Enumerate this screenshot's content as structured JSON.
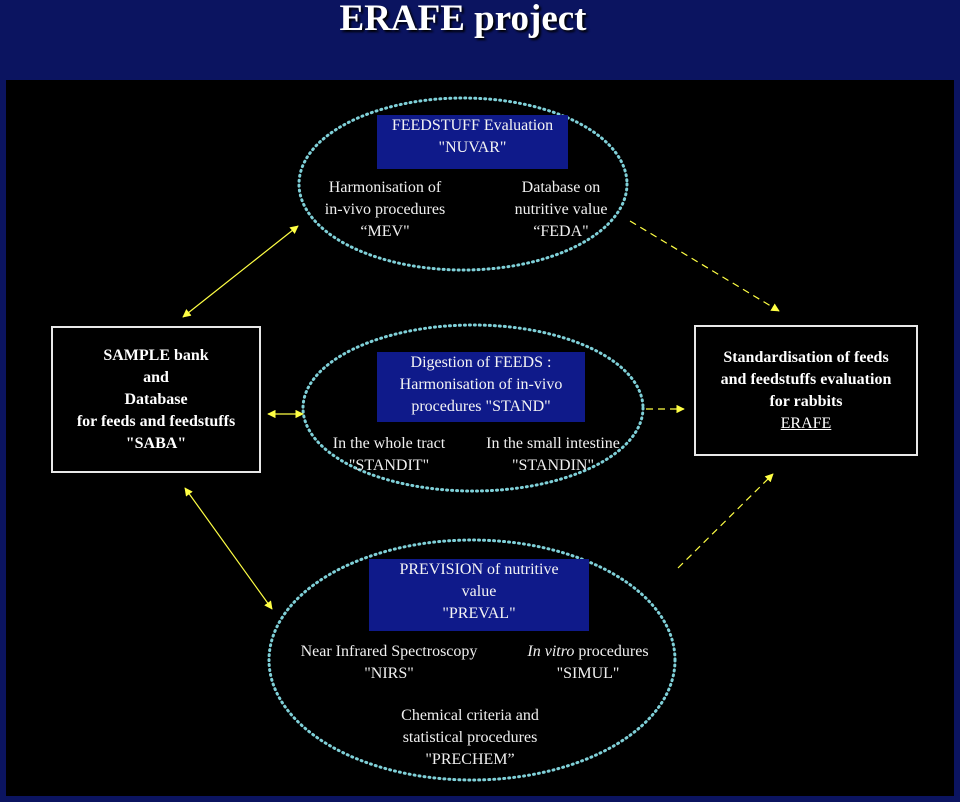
{
  "title": "ERAFE project",
  "feedstuff": {
    "header": [
      "FEEDSTUFF Evaluation",
      "\"NUVAR\""
    ],
    "left": [
      "Harmonisation of",
      "in-vivo procedures",
      "“MEV\""
    ],
    "right": [
      "Database on",
      "nutritive value",
      "“FEDA\""
    ]
  },
  "digestion": {
    "header": [
      "Digestion of FEEDS :",
      "Harmonisation of in-vivo",
      "procedures \"STAND\""
    ],
    "left": [
      "In the whole tract",
      "\"STANDIT\""
    ],
    "right": [
      "In the small intestine",
      "\"STANDIN\""
    ]
  },
  "prevision": {
    "header": [
      "PREVISION of nutritive",
      "value",
      "\"PREVAL\""
    ],
    "left": [
      "Near Infrared Spectroscopy",
      "\"NIRS\""
    ],
    "right_italic": "In vitro",
    "right_rest": " procedures",
    "right_code": "\"SIMUL\"",
    "bottom": [
      "Chemical criteria and",
      "statistical procedures",
      "\"PRECHEM”"
    ]
  },
  "sample_box": [
    "SAMPLE bank",
    "and",
    "Database",
    "for feeds and feedstuffs",
    "\"SABA\""
  ],
  "erafe_box": [
    "Standardisation of feeds",
    "and feedstuffs evaluation",
    "for rabbits",
    "ERAFE"
  ],
  "colors": {
    "background": "#0b1460",
    "panel": "#000000",
    "header_fill": "#0f1a8a",
    "ellipse_dots": "#7fd0d8",
    "arrow": "#ffff44"
  }
}
